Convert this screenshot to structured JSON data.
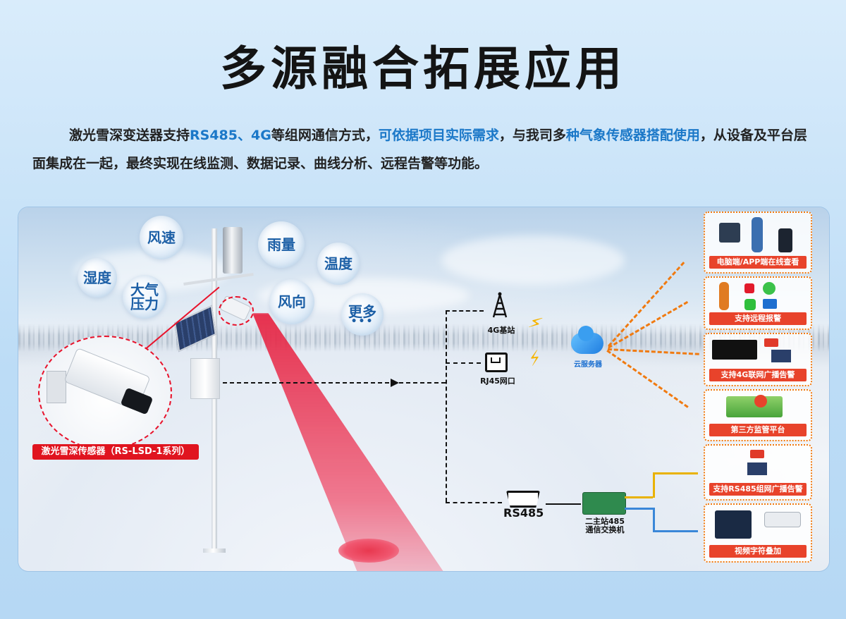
{
  "title": "多源融合拓展应用",
  "intro": {
    "p1": "激光雪深变送器支持",
    "h1": "RS485、4G",
    "p2": "等组网通信方式，",
    "h2": "可依据项目实际需求",
    "p3": "，与我司多",
    "h3": "种气象传感器搭配使用",
    "p4": "，从设备及平台层面集成在一起，最终实现在线监测、数据记录、曲线分析、远程告警等功能。"
  },
  "bubbles": {
    "wind_speed": "风速",
    "humidity": "湿度",
    "pressure_1": "大气",
    "pressure_2": "压力",
    "rain": "雨量",
    "temperature": "温度",
    "wind_dir": "风向",
    "more": "更多",
    "more_dots": "•••"
  },
  "sensor_label": "激光雪深传感器（RS-LSD-1系列）",
  "network": {
    "base_station": "4G基站",
    "rj45": "RJ45网口",
    "rs485": "RS485",
    "cloud": "云服务器",
    "switch_line1": "二主站485",
    "switch_line2": "通信交换机"
  },
  "cards": [
    {
      "label": "电脑端/APP端在线查看"
    },
    {
      "label": "支持远程报警"
    },
    {
      "label": "支持4G联网广播告警"
    },
    {
      "label": "第三方监管平台"
    },
    {
      "label": "支持RS485组网广播告警"
    },
    {
      "label": "视频字符叠加"
    }
  ],
  "colors": {
    "accent_blue": "#1b78c8",
    "label_red": "#e8432b",
    "laser_red": "#e8384f",
    "arrow_orange": "#f07a10"
  }
}
